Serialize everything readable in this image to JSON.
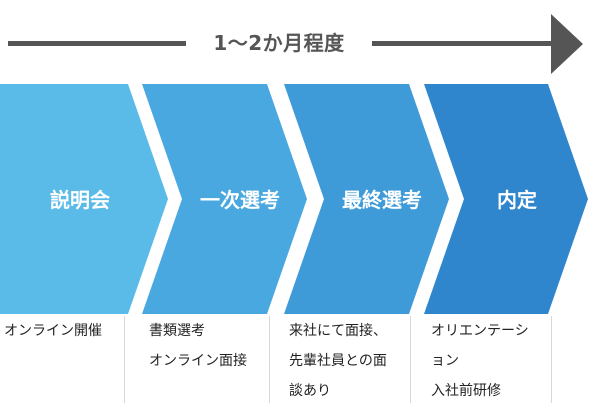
{
  "timeline": {
    "label": "1〜2か月程度"
  },
  "stages": [
    {
      "title": "説明会",
      "color": "#5bbbe8",
      "description": "オンライン開催"
    },
    {
      "title": "一次選考",
      "color": "#4aa8e1",
      "description": "書類選考\nオンライン面接"
    },
    {
      "title": "最終選考",
      "color": "#3f9ad8",
      "description": "来社にて面接、\n先輩社員との面\n談あり"
    },
    {
      "title": "内定",
      "color": "#2f86cd",
      "description": "オリエンテーシ\nョン\n入社前研修"
    }
  ]
}
